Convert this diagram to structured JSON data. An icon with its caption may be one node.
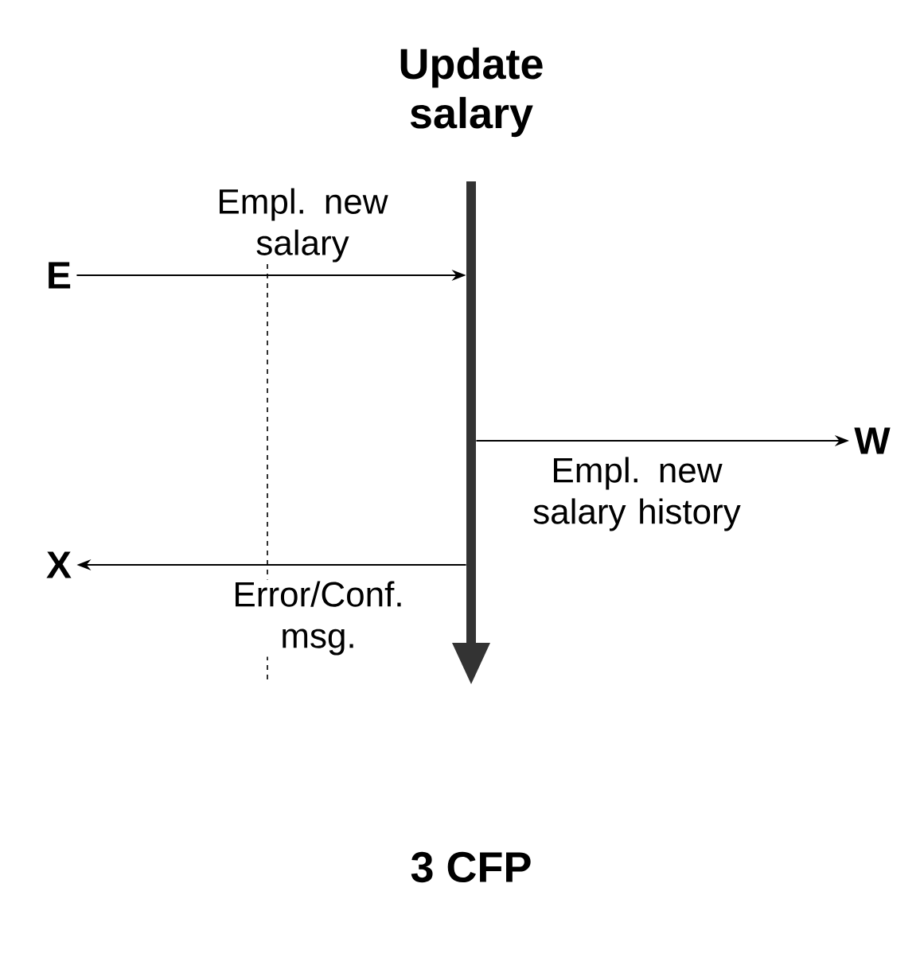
{
  "diagram": {
    "nodes": [
      {
        "text": [
          "Update salary"
        ]
      },
      {
        "text": [
          "E"
        ]
      },
      {
        "text": [
          "W"
        ]
      },
      {
        "text": [
          "X"
        ]
      }
    ],
    "edges": [
      {
        "from": 1,
        "to": 0,
        "arrow": "to",
        "label": "Empl. new salary"
      },
      {
        "from": 0,
        "to": 2,
        "arrow": "to",
        "label": "Empl. new salary history"
      },
      {
        "from": 0,
        "to": 3,
        "arrow": "to",
        "label": "Error/Conf. msg."
      }
    ],
    "labels": [
      "3 CFP"
    ]
  }
}
